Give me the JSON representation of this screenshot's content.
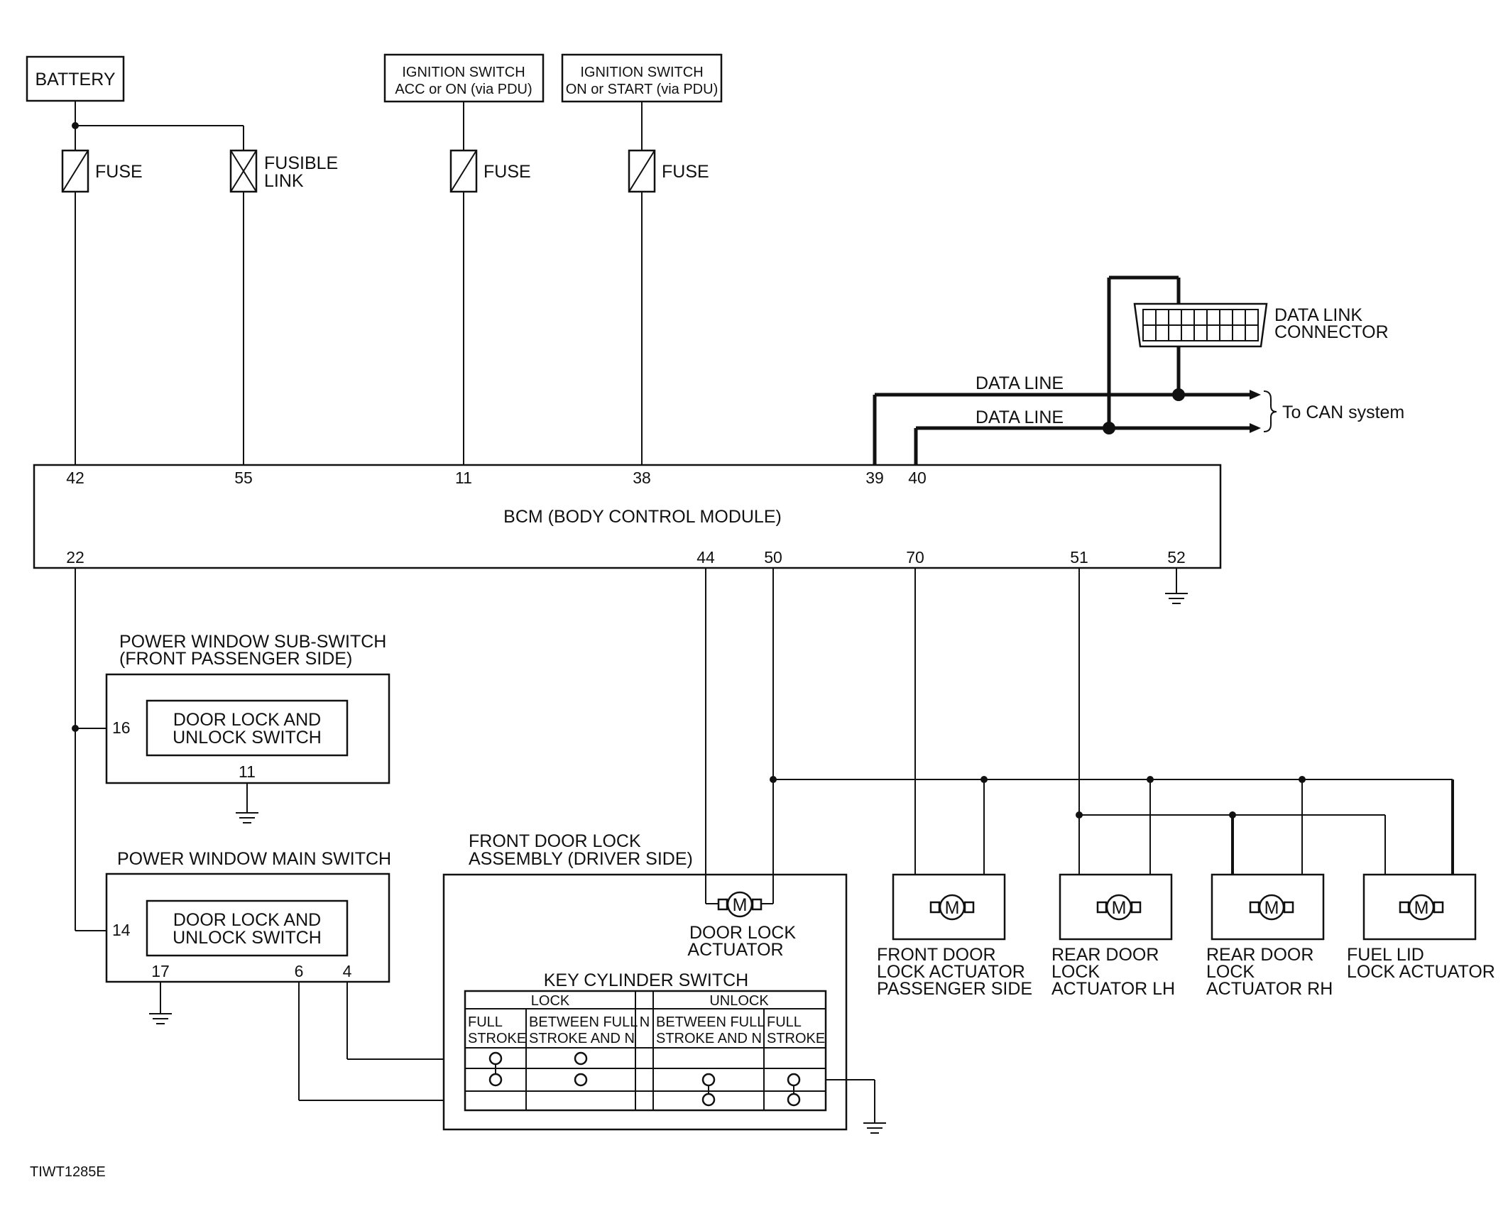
{
  "sources": {
    "battery": "BATTERY",
    "ign_acc_l1": "IGNITION SWITCH",
    "ign_acc_l2": "ACC or ON (via PDU)",
    "ign_on_l1": "IGNITION SWITCH",
    "ign_on_l2": "ON or START (via PDU)"
  },
  "fuses": {
    "fuse1": "FUSE",
    "fusible_l1": "FUSIBLE",
    "fusible_l2": "LINK",
    "fuse2": "FUSE",
    "fuse3": "FUSE"
  },
  "can": {
    "dlc_l1": "DATA LINK",
    "dlc_l2": "CONNECTOR",
    "data_line_1": "DATA LINE",
    "data_line_2": "DATA LINE",
    "to_can": "To CAN system"
  },
  "bcm": {
    "title": "BCM (BODY CONTROL MODULE)",
    "pins_top": [
      "42",
      "55",
      "11",
      "38",
      "39",
      "40"
    ],
    "pins_bottom": [
      "22",
      "44",
      "50",
      "70",
      "51",
      "52"
    ]
  },
  "pw_sub": {
    "title_l1": "POWER WINDOW SUB-SWITCH",
    "title_l2": "(FRONT PASSENGER SIDE)",
    "switch_l1": "DOOR LOCK AND",
    "switch_l2": "UNLOCK SWITCH",
    "pin_16": "16",
    "pin_11": "11"
  },
  "pw_main": {
    "title": "POWER WINDOW MAIN SWITCH",
    "switch_l1": "DOOR LOCK AND",
    "switch_l2": "UNLOCK SWITCH",
    "pin_14": "14",
    "pin_17": "17",
    "pin_6": "6",
    "pin_4": "4"
  },
  "front_door": {
    "title_l1": "FRONT DOOR LOCK",
    "title_l2": "ASSEMBLY (DRIVER SIDE)",
    "actuator_l1": "DOOR LOCK",
    "actuator_l2": "ACTUATOR"
  },
  "key_cyl": {
    "title": "KEY CYLINDER SWITCH",
    "lock": "LOCK",
    "unlock": "UNLOCK",
    "n": "N",
    "full_l1": "FULL",
    "full_l2": "STROKE",
    "between_l1": "BETWEEN FULL",
    "between_l2": "STROKE AND N"
  },
  "motor_symbol": "M",
  "actuators": {
    "fdp_l1": "FRONT DOOR",
    "fdp_l2": "LOCK ACTUATOR",
    "fdp_l3": "PASSENGER SIDE",
    "rlh_l1": "REAR DOOR",
    "rlh_l2": "LOCK",
    "rlh_l3": "ACTUATOR LH",
    "rrh_l1": "REAR DOOR",
    "rrh_l2": "LOCK",
    "rrh_l3": "ACTUATOR RH",
    "fuel_l1": "FUEL LID",
    "fuel_l2": "LOCK ACTUATOR"
  },
  "footer": {
    "code": "TIWT1285E"
  }
}
